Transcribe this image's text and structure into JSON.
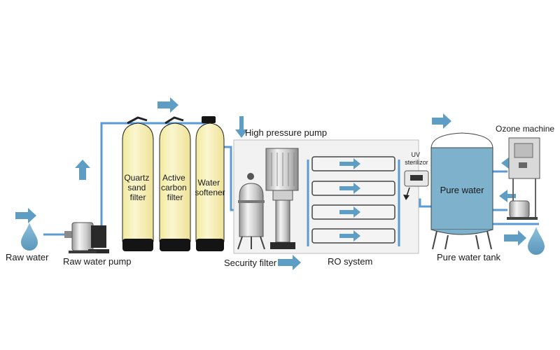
{
  "labels": {
    "raw_water": "Raw water",
    "raw_water_pump": "Raw water pump",
    "quartz_sand_filter": [
      "Quartz",
      "sand",
      "filter"
    ],
    "active_carbon_filter": [
      "Active",
      "carbon",
      "filter"
    ],
    "water_softener": [
      "Water",
      "softener"
    ],
    "high_pressure_pump": "High pressure pump",
    "security_filter": "Security filter",
    "ro_system": "RO system",
    "uv_sterilizer": [
      "UV",
      "sterilizor"
    ],
    "pure_water": "Pure water",
    "pure_water_tank": "Pure water tank",
    "ozone_machine": "Ozone machine"
  },
  "colors": {
    "pipe": "#5b9bd5",
    "arrow": "#5f9ec4",
    "water_drop": "#6ea7c9",
    "filter_body": "#fbf5c7",
    "filter_base": "#141414",
    "ro_housing": "#f2f2f2",
    "tank_water": "#7db1cc",
    "tank_top": "#ffffff",
    "machine_gray": "#d9d9d9"
  },
  "icons": [
    "water-drop-icon",
    "flow-arrow-icon",
    "pump-icon",
    "filter-tank-icon",
    "membrane-icon",
    "uv-lamp-icon",
    "ozone-generator-icon"
  ]
}
